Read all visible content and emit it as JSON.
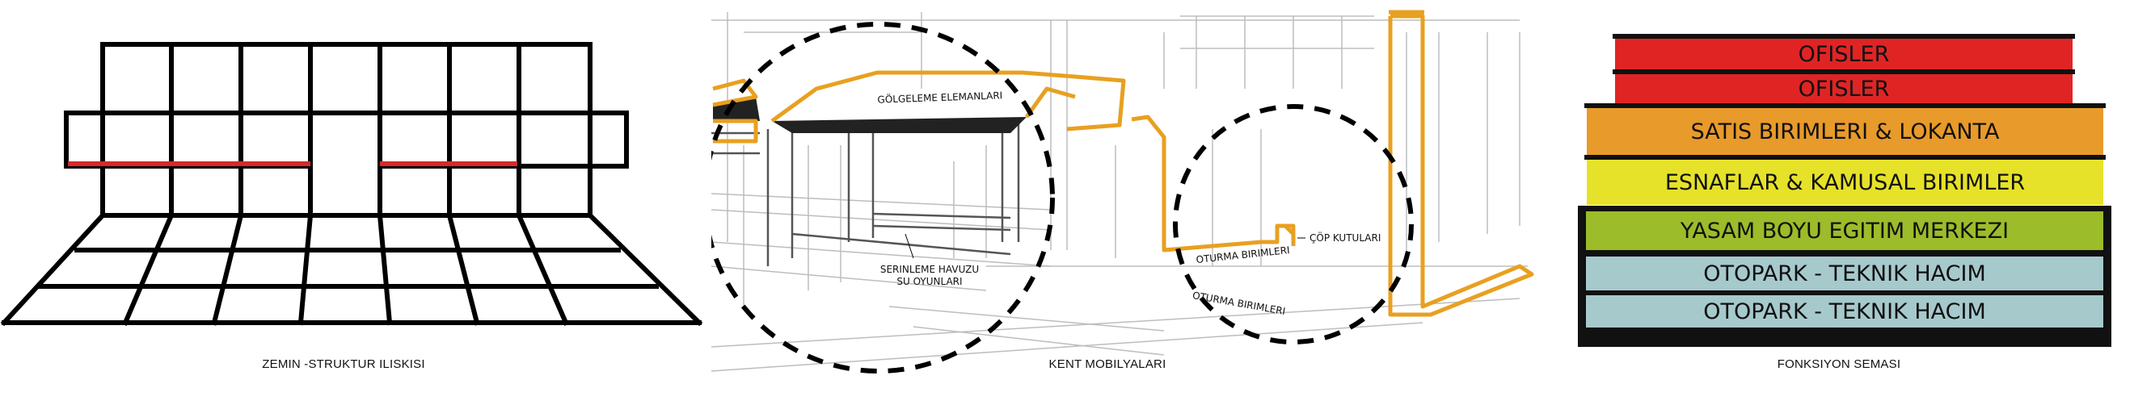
{
  "panel1": {
    "caption": "ZEMIN -STRUKTUR ILISKISI"
  },
  "panel2": {
    "caption": "KENT MOBILYALARI",
    "labels": {
      "shading": "GÖLGELEME ELEMANLARI",
      "pool_line1": "SERINLEME HAVUZU",
      "pool_line2": "SU OYUNLARI",
      "seating_small": "OTURMA BIRIMLERI",
      "trash": "ÇÖP KUTULARI",
      "seating_large": "OTURMA BIRIMLERI"
    }
  },
  "panel3": {
    "caption": "FONKSIYON SEMASI",
    "bands": [
      {
        "label": "OFISLER",
        "color": "#e02424"
      },
      {
        "label": "OFISLER",
        "color": "#e02424"
      },
      {
        "label": "SATIS BIRIMLERI & LOKANTA",
        "color": "#e89a2a"
      },
      {
        "label": "ESNAFLAR & KAMUSAL BIRIMLER",
        "color": "#e6e22a"
      },
      {
        "label": "YASAM BOYU EGITIM MERKEZI",
        "color": "#9cbc2a"
      },
      {
        "label": "OTOPARK - TEKNIK HACIM",
        "color": "#a6c9cc"
      },
      {
        "label": "OTOPARK - TEKNIK HACIM",
        "color": "#a6c9cc"
      }
    ]
  },
  "colors": {
    "orange": "#e8a020",
    "red": "#d62a2a"
  }
}
